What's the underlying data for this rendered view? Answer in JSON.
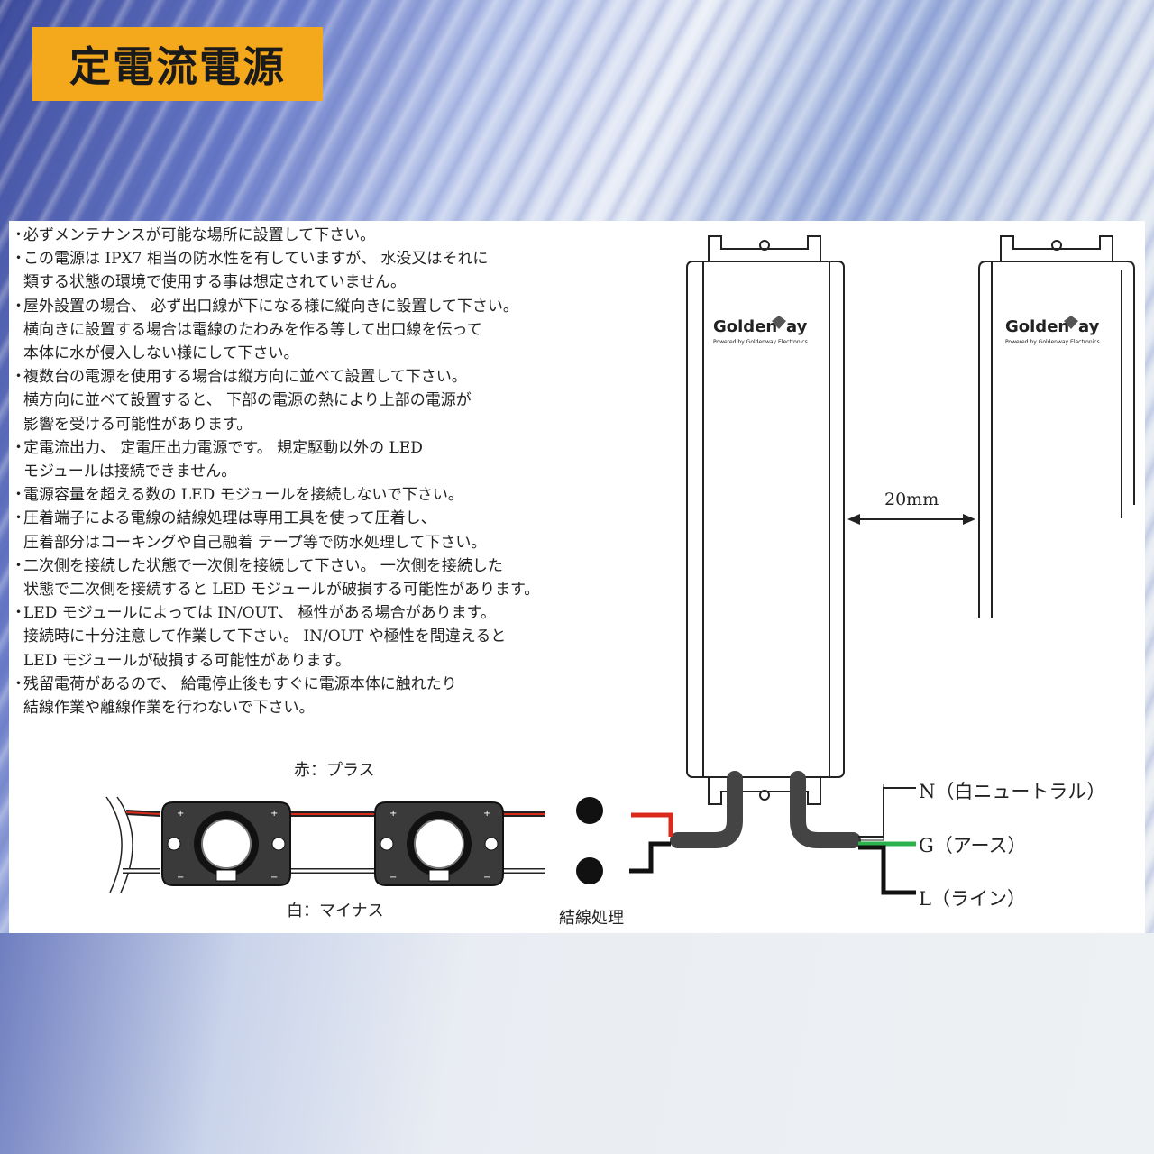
{
  "title": "定電流電源",
  "notes": [
    "必ずメンテナンスが可能な場所に設置して下さい。",
    "この電源は IPX7 相当の防水性を有していますが、 水没又はそれに\n類する状態の環境で使用する事は想定されていません。",
    "屋外設置の場合、 必ず出口線が下になる様に縦向きに設置して下さい。\n横向きに設置する場合は電線のたわみを作る等して出口線を伝って\n本体に水が侵入しない様にして下さい。",
    "複数台の電源を使用する場合は縦方向に並べて設置して下さい。\n横方向に並べて設置すると、 下部の電源の熱により上部の電源が\n影響を受ける可能性があります。",
    "定電流出力、 定電圧出力電源です。 規定駆動以外の LED\nモジュールは接続できません。",
    "電源容量を超える数の LED モジュールを接続しないで下さい。",
    "圧着端子による電線の結線処理は専用工具を使って圧着し、\n圧着部分はコーキングや自己融着 テープ等で防水処理して下さい。",
    "二次側を接続した状態で一次側を接続して下さい。 一次側を接続した\n状態で二次側を接続すると LED モジュールが破損する可能性があります。",
    "LED モジュールによっては IN/OUT、 極性がある場合があります。\n接続時に十分注意して作業して下さい。 IN/OUT や極性を間違えると\nLED モジュールが破損する可能性があります。",
    "残留電荷があるので、 給電停止後もすぐに電源本体に触れたり\n結線作業や離線作業を行わないで下さい。"
  ],
  "bullet": "・",
  "diagram": {
    "brand": "Golden",
    "brand_tail": "ay",
    "brand_sub": "Powered by Goldenway Electronics",
    "spacing": "20mm",
    "red_label": "赤：プラス",
    "white_label": "白：マイナス",
    "junction_label": "結線処理",
    "n_label": "N（白ニュートラル）",
    "g_label": "G（アース）",
    "l_label": "L（ライン）",
    "colors": {
      "red": "#d92a1c",
      "green": "#2bb24c",
      "black": "#111111",
      "accent": "#f4a81c"
    }
  }
}
